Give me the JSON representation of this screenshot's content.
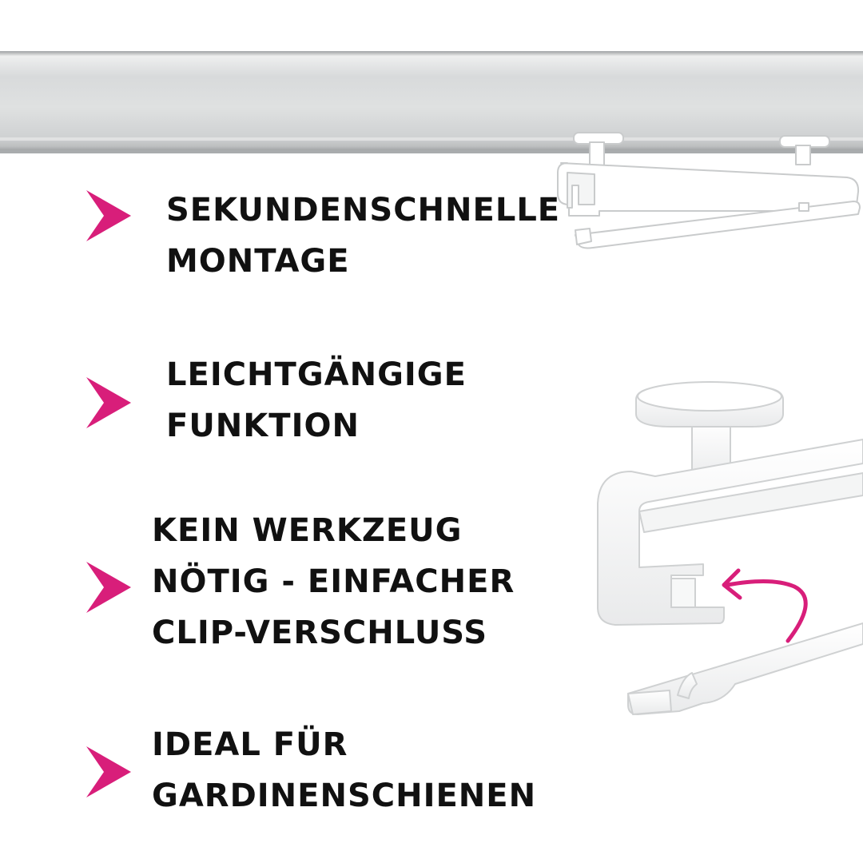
{
  "colors": {
    "accent": "#d81e7a",
    "text": "#111111",
    "rail": "#d3d5d6",
    "product": "#ffffff"
  },
  "features": [
    {
      "icon": "chevron-right-icon",
      "lines": [
        "SEKUNDENSCHNELLE",
        "MONTAGE"
      ]
    },
    {
      "icon": "chevron-right-icon",
      "lines": [
        "LEICHTGÄNGIGE",
        "FUNKTION"
      ]
    },
    {
      "icon": "chevron-right-icon",
      "lines": [
        "KEIN WERKZEUG",
        "NÖTIG - EINFACHER",
        "CLIP-VERSCHLUSS"
      ]
    },
    {
      "icon": "chevron-right-icon",
      "lines": [
        "IDEAL FÜR",
        "GARDINENSCHIENEN"
      ]
    }
  ]
}
